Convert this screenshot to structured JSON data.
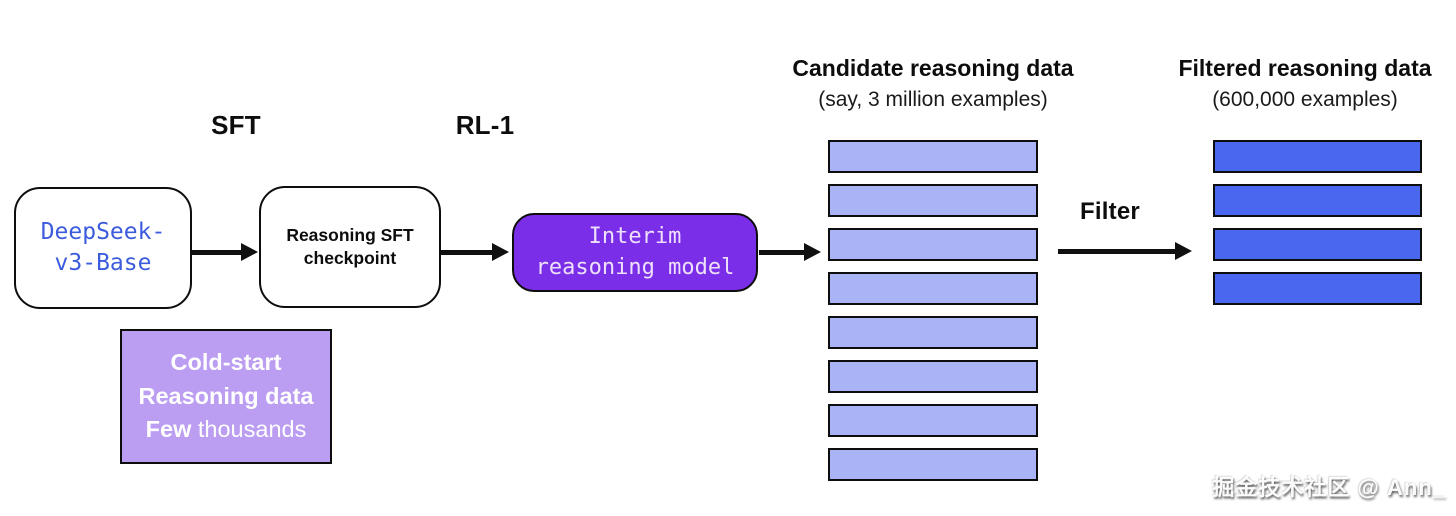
{
  "palette": {
    "candidate_bar": "#a9b3f5",
    "filtered_bar": "#4a68ef",
    "interim_bg": "#7b2ee8",
    "coldstart_bg": "#bb9df2",
    "node_text_blue": "#3c5cdd",
    "line_color": "#101010"
  },
  "stage_labels": {
    "sft": "SFT",
    "rl1": "RL-1",
    "filter": "Filter"
  },
  "nodes": {
    "deepseek": {
      "line1": "DeepSeek-",
      "line2": "v3-Base"
    },
    "sft_checkpoint": {
      "line1": "Reasoning SFT",
      "line2": "checkpoint"
    },
    "interim": {
      "line1": "Interim",
      "line2": "reasoning model"
    },
    "coldstart": {
      "line1": "Cold-start",
      "line2": "Reasoning data",
      "line3_bold": "Few",
      "line3_rest": " thousands"
    }
  },
  "candidate": {
    "title": "Candidate reasoning data",
    "subtitle": "(say, 3 million examples)",
    "bar_count": 8
  },
  "filtered": {
    "title": "Filtered reasoning data",
    "subtitle": "(600,000 examples)",
    "bar_count": 4
  },
  "watermark": "掘金技术社区 @ Ann_"
}
